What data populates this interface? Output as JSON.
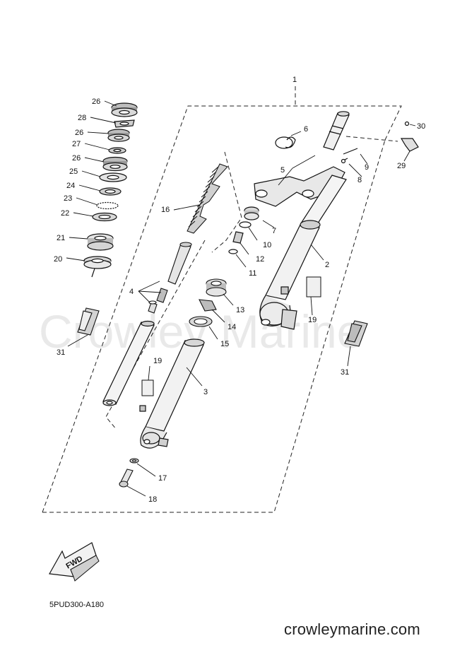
{
  "diagram": {
    "code": "5PUD300-A180",
    "website": "crowleymarine.com",
    "watermark": "Crowley Marine",
    "fwd_label": "FWD",
    "callouts": [
      {
        "id": "c1",
        "text": "1"
      },
      {
        "id": "c2",
        "text": "2"
      },
      {
        "id": "c3",
        "text": "3"
      },
      {
        "id": "c4",
        "text": "4"
      },
      {
        "id": "c5",
        "text": "5"
      },
      {
        "id": "c6",
        "text": "6"
      },
      {
        "id": "c7",
        "text": "7"
      },
      {
        "id": "c8",
        "text": "8"
      },
      {
        "id": "c9",
        "text": "9"
      },
      {
        "id": "c10",
        "text": "10"
      },
      {
        "id": "c11",
        "text": "11"
      },
      {
        "id": "c12",
        "text": "12"
      },
      {
        "id": "c13",
        "text": "13"
      },
      {
        "id": "c14",
        "text": "14"
      },
      {
        "id": "c15",
        "text": "15"
      },
      {
        "id": "c16",
        "text": "16"
      },
      {
        "id": "c17",
        "text": "17"
      },
      {
        "id": "c18",
        "text": "18"
      },
      {
        "id": "c19a",
        "text": "19"
      },
      {
        "id": "c19b",
        "text": "19"
      },
      {
        "id": "c20",
        "text": "20"
      },
      {
        "id": "c21",
        "text": "21"
      },
      {
        "id": "c22",
        "text": "22"
      },
      {
        "id": "c23",
        "text": "23"
      },
      {
        "id": "c24",
        "text": "24"
      },
      {
        "id": "c25",
        "text": "25"
      },
      {
        "id": "c26a",
        "text": "26"
      },
      {
        "id": "c26b",
        "text": "26"
      },
      {
        "id": "c26c",
        "text": "26"
      },
      {
        "id": "c27",
        "text": "27"
      },
      {
        "id": "c28",
        "text": "28"
      },
      {
        "id": "c29",
        "text": "29"
      },
      {
        "id": "c30",
        "text": "30"
      },
      {
        "id": "c31a",
        "text": "31"
      },
      {
        "id": "c31b",
        "text": "31"
      }
    ]
  }
}
